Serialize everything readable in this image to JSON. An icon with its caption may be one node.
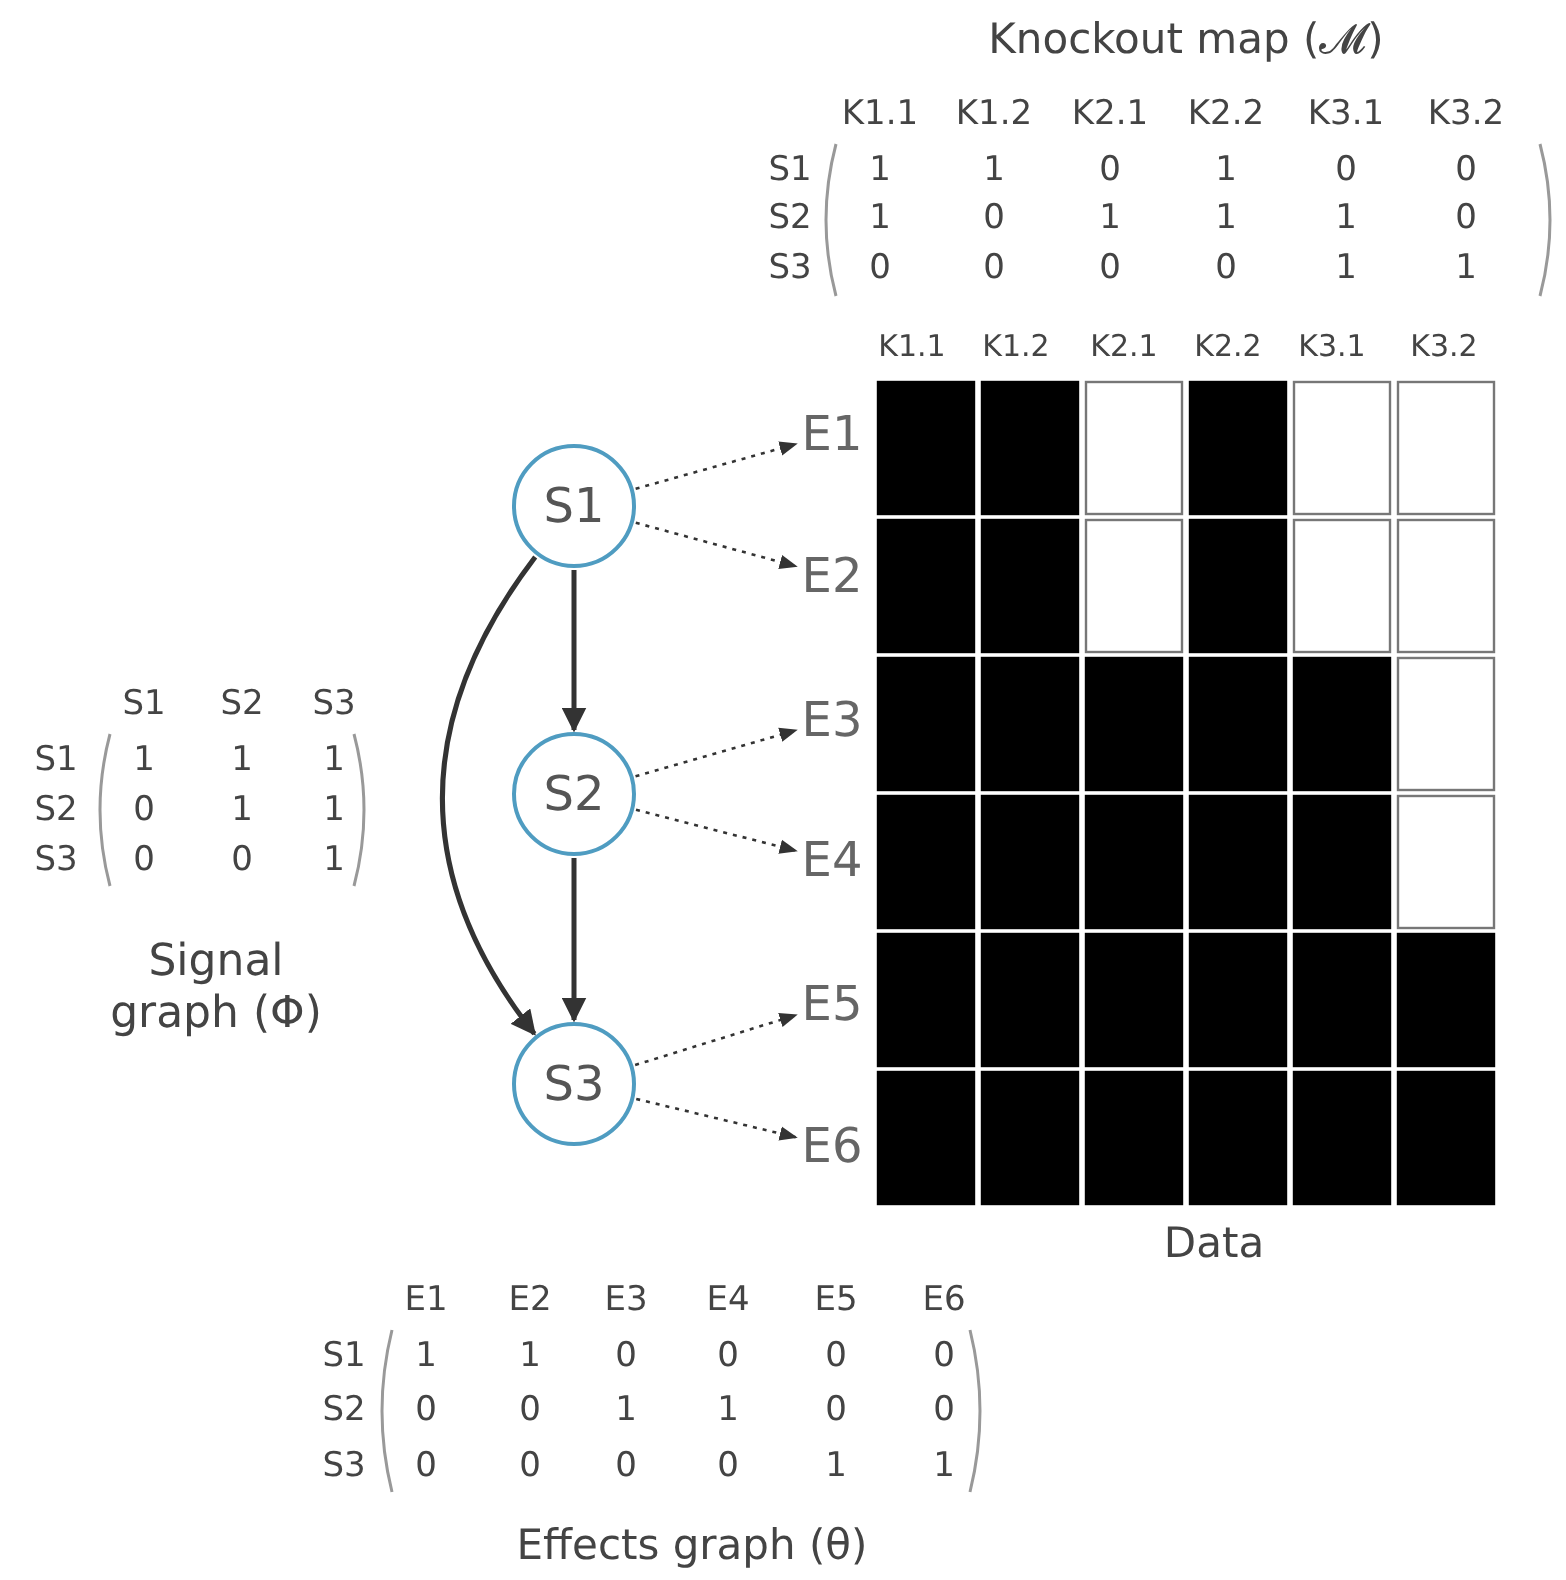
{
  "diagram": {
    "nodes": [
      {
        "text": [
          "S1"
        ]
      },
      {
        "text": [
          "S2"
        ]
      },
      {
        "text": [
          "S3"
        ]
      },
      {
        "text": [
          "E1"
        ]
      },
      {
        "text": [
          "E2"
        ]
      },
      {
        "text": [
          "E3"
        ]
      },
      {
        "text": [
          "E4"
        ]
      },
      {
        "text": [
          "E5"
        ]
      },
      {
        "text": [
          "E6"
        ]
      }
    ],
    "edges": [
      {
        "from": 0,
        "to": 3,
        "arrow": "to",
        "style": "dashed"
      },
      {
        "from": 0,
        "to": 4,
        "arrow": "to",
        "style": "dashed"
      },
      {
        "from": 1,
        "to": 5,
        "arrow": "to",
        "style": "dashed"
      },
      {
        "from": 1,
        "to": 6,
        "arrow": "to",
        "style": "dashed"
      },
      {
        "from": 2,
        "to": 7,
        "arrow": "to",
        "style": "dashed"
      },
      {
        "from": 2,
        "to": 8,
        "arrow": "to",
        "style": "dashed"
      },
      {
        "from": 0,
        "to": 1,
        "arrow": "to"
      },
      {
        "from": 1,
        "to": 2,
        "arrow": "to"
      },
      {
        "from": 0,
        "to": 2,
        "arrow": "to"
      }
    ],
    "labels": [
      "Knockout map (𝓜)",
      "K1.1",
      "K1.2",
      "K2.1",
      "K2.2",
      "K3.1",
      "K3.2",
      "S1",
      "1",
      "1",
      "0",
      "1",
      "0",
      "0",
      "S2",
      "1",
      "0",
      "1",
      "1",
      "1",
      "0",
      "S3",
      "0",
      "0",
      "0",
      "0",
      "1",
      "1",
      "K1.1",
      "K1.2",
      "K2.1",
      "K2.2",
      "K3.1",
      "K3.2",
      "S1",
      "S2",
      "S3",
      "S1",
      "1",
      "1",
      "1",
      "S2",
      "0",
      "1",
      "1",
      "S3",
      "0",
      "0",
      "1",
      "Signal graph (Φ)",
      "Data",
      "E1",
      "E2",
      "E3",
      "E4",
      "E5",
      "E6",
      "S1",
      "1",
      "1",
      "0",
      "0",
      "0",
      "0",
      "S2",
      "0",
      "0",
      "1",
      "1",
      "0",
      "0",
      "S3",
      "0",
      "0",
      "0",
      "0",
      "1",
      "1",
      "Effects graph (θ)"
    ]
  }
}
